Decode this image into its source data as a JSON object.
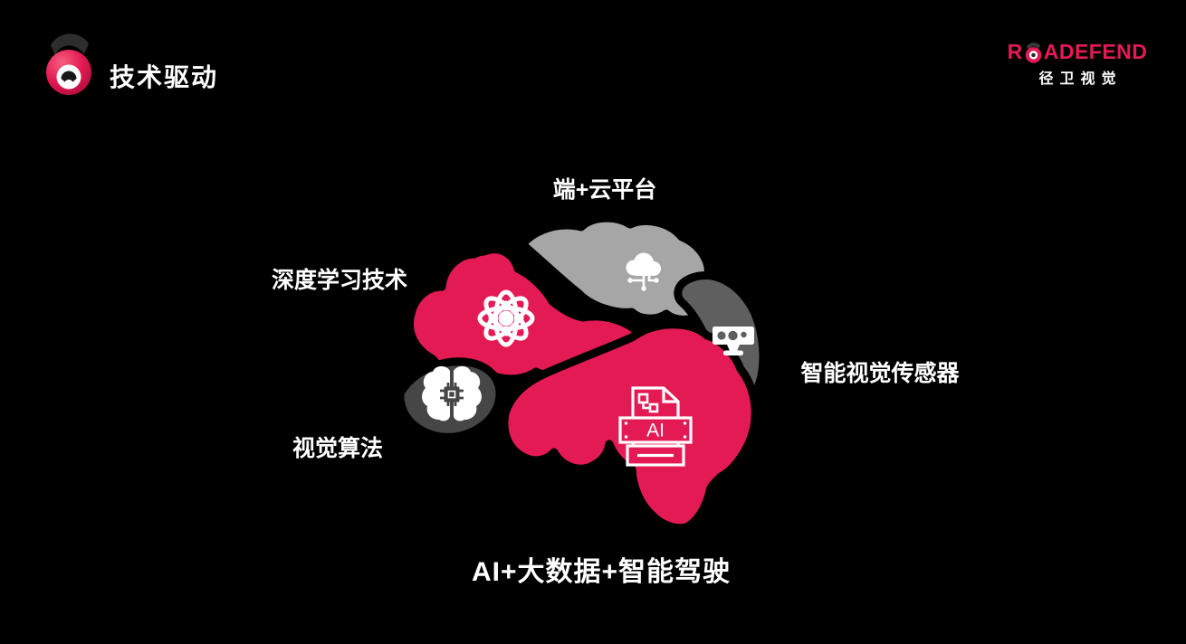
{
  "slide": {
    "title": "技术驱动"
  },
  "brand": {
    "wordmark_prefix": "R",
    "wordmark_o": "O",
    "wordmark_suffix": "ADEFEND",
    "wordmark_full": "ROADEFEND",
    "subtitle": "径卫视觉"
  },
  "diagram": {
    "type": "brain-mindmap",
    "nodes": [
      {
        "id": "cloud-platform",
        "label": "端+云平台",
        "icon": "cloud-network-icon",
        "segment_color": "#a6a6a6"
      },
      {
        "id": "deep-learning",
        "label": "深度学习技术",
        "icon": "atom-icon",
        "segment_color": "#e41a54"
      },
      {
        "id": "vision-algorithm",
        "label": "视觉算法",
        "icon": "brain-chip-icon",
        "segment_color": "#464646"
      },
      {
        "id": "smart-sensor",
        "label": "智能视觉传感器",
        "icon": "camera-sensor-icon",
        "segment_color": "#5f5f5f"
      },
      {
        "id": "ai-core",
        "label": "AI+大数据+智能驾驶",
        "icon": "ai-document-icon",
        "segment_color": "#e41a54"
      }
    ],
    "ai_icon_label": "AI"
  },
  "colors": {
    "pink": "#e41a54",
    "light_gray": "#a6a6a6",
    "mid_gray": "#5f5f5f",
    "dark_gray": "#464646",
    "cap_gray": "#2d2d2d",
    "white": "#ffffff",
    "black": "#000000"
  }
}
